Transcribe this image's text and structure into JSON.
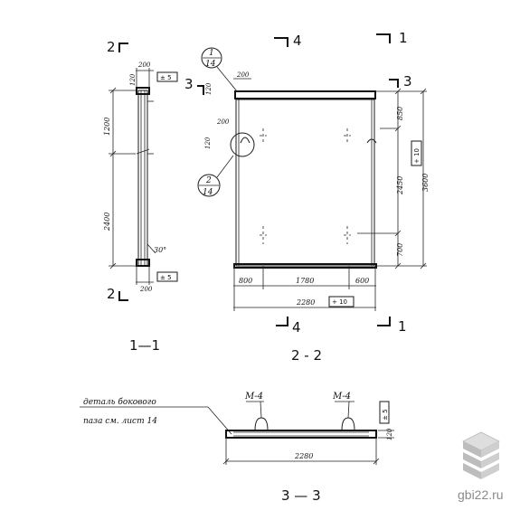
{
  "sections": {
    "s11": "1—1",
    "s22": "2 - 2",
    "s33": "3 — 3"
  },
  "marks": {
    "m1": "1",
    "m2": "2",
    "m3": "3",
    "m4": "4"
  },
  "callouts": {
    "c1_top": "1",
    "c1_bottom": "14",
    "c2_top": "2",
    "c2_bottom": "14"
  },
  "dims_11": {
    "top_w": "200",
    "top_h": "120",
    "upper_h": "1200",
    "lower_h": "2400",
    "bot_w": "200",
    "angle": "30°",
    "box_top": "± 5",
    "box_bottom": "± 5"
  },
  "dims_22": {
    "tl_w": "200",
    "top_h": "120",
    "left_w": "200",
    "left_h": "120",
    "right_top": "850",
    "right_mid": "2450",
    "right_bot": "700",
    "right_total": "3600",
    "tol_right": "+ 10",
    "bot_left": "800",
    "bot_mid": "1780",
    "bot_right": "600",
    "bot_total": "2280",
    "tol_bottom": "+ 10"
  },
  "dims_33": {
    "m4_left": "М-4",
    "m4_right": "М-4",
    "note_line1": "деталь бокового",
    "note_line2": "паза см. лист 14",
    "total": "2280",
    "h": "120",
    "tol": "± 5"
  },
  "watermark": "gbi22.ru"
}
